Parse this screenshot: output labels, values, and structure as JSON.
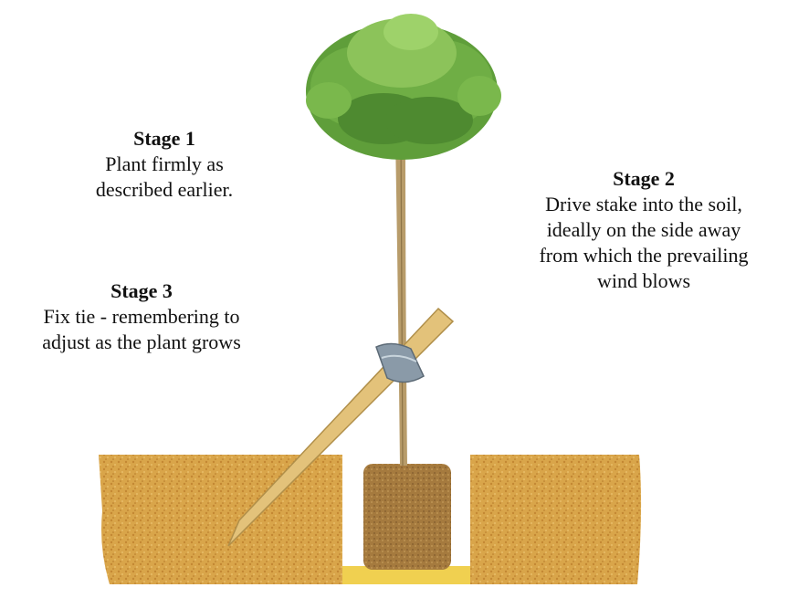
{
  "stages": [
    {
      "id": "stage1",
      "title": "Stage 1",
      "lines": [
        "Plant firmly as",
        "described earlier."
      ]
    },
    {
      "id": "stage2",
      "title": "Stage 2",
      "lines": [
        "Drive stake into the soil,",
        "ideally on the side away",
        "from which the prevailing",
        "wind blows"
      ]
    },
    {
      "id": "stage3",
      "title": "Stage 3",
      "lines": [
        "Fix tie - remembering to",
        "adjust as the plant grows"
      ]
    }
  ],
  "colors": {
    "soil": "#d9a54a",
    "soil_dark": "#b57a2a",
    "hole_floor": "#f0d050",
    "foliage": "#5f9e3a",
    "foliage_light": "#8cc35a",
    "trunk": "#b89c6a",
    "stake": "#e3c27a",
    "tie": "#8a9aa8"
  }
}
